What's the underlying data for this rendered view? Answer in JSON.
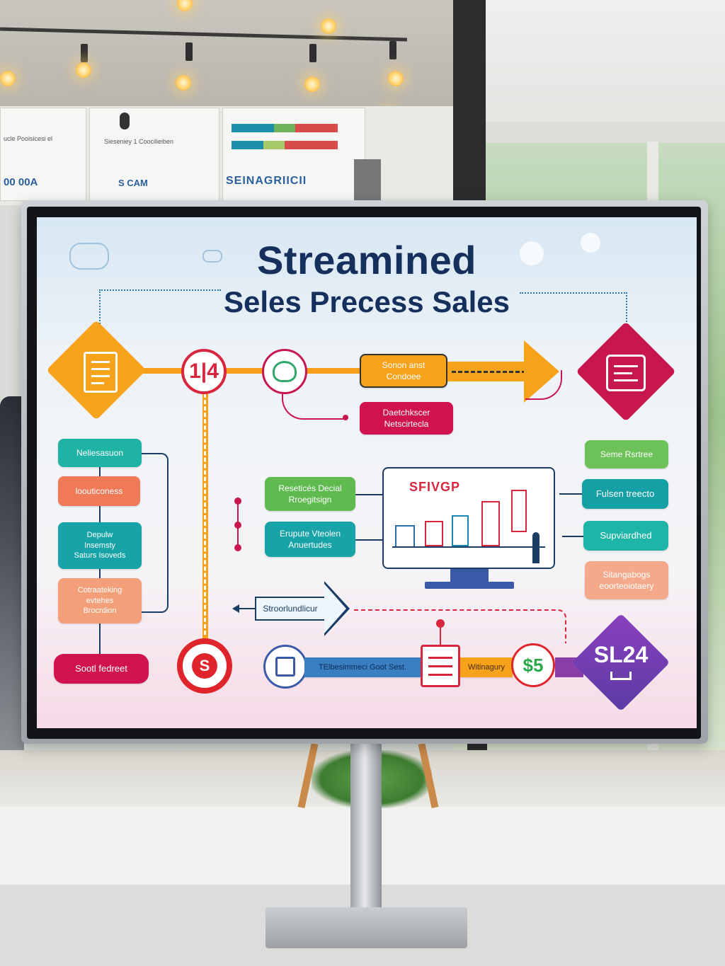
{
  "background": {
    "wall_board_left_text": "ucle Pooisicesi el",
    "wall_board_left_numbers": "00   00A",
    "wall_board_mid_text": "Sieseniey 1 Coocilieiben",
    "wall_board_mid_label": "S CAM",
    "wall_board_right_label": "SEINAGRIICII"
  },
  "screen": {
    "title_line1": "Streamined",
    "title_line2": "Seles Precess Sales",
    "step_badge": "1|4",
    "top_box": "Sonon anst\nCondoee",
    "red_box": "Daetchkscer\nNetscirtecla",
    "left_boxes": [
      {
        "label": "Neliesasuon",
        "color": "#1fb3a6"
      },
      {
        "label": "loouticoness",
        "color": "#f07a57"
      },
      {
        "label": "Depulw\nInsemsty\nSaturs Isoveds",
        "color": "#17a3a7"
      },
      {
        "label": "Cotraateking\nevtehes\nBrocrdion",
        "color": "#f3a07a"
      }
    ],
    "bottom_left_pill": "Sootl fedreet",
    "middle_boxes": [
      {
        "label": "Reseticés Decial\nRroegitsign",
        "color": "#5fba4f"
      },
      {
        "label": "Erupute Vteolen\nAnuertudes",
        "color": "#17a3a7"
      }
    ],
    "monitor_label": "SFIVGP",
    "right_boxes": [
      {
        "label": "Seme Rsrtree",
        "color": "#6cc158"
      },
      {
        "label": "Fulsen treecto",
        "color": "#15a0a6"
      },
      {
        "label": "Supviardhed",
        "color": "#1eb5a8"
      },
      {
        "label": "Sitangabogs\neoorteoiotaery",
        "color": "#f4a98a"
      }
    ],
    "arrow_box": "Stroorlundlicur",
    "bottom_bar_text": "TElbesimmeci Goot Sest.",
    "bottom_bar_text2": "Witinagury",
    "dollar_badge": "$5",
    "final_diamond": "SL24",
    "colors": {
      "navy": "#16305e",
      "orange": "#f59f1b",
      "crimson": "#c8174f",
      "teal": "#17a3a7",
      "green": "#5fba4f",
      "purple": "#6c3ea3"
    }
  }
}
